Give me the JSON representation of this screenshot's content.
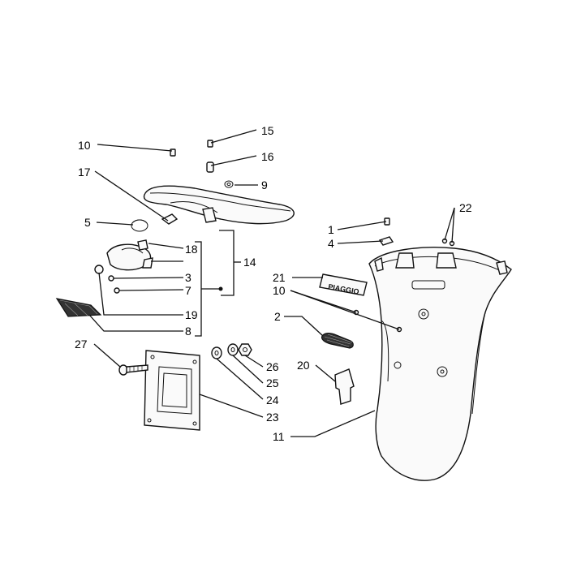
{
  "diagram": {
    "labels": {
      "p1": "1",
      "p2": "2",
      "p3": "3",
      "p4": "4",
      "p5": "5",
      "p7": "7",
      "p8": "8",
      "p9": "9",
      "p10a": "10",
      "p10b": "10",
      "p11": "11",
      "p14": "14",
      "p15": "15",
      "p16": "16",
      "p17": "17",
      "p18": "18",
      "p19": "19",
      "p20": "20",
      "p21": "21",
      "p22": "22",
      "p23": "23",
      "p24": "24",
      "p25": "25",
      "p26": "26",
      "p27": "27"
    },
    "brand_text": "PIAGGIO"
  }
}
